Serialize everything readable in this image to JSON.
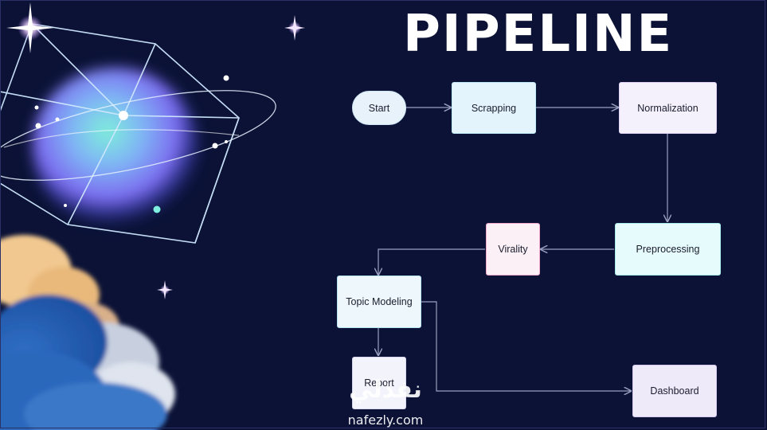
{
  "title": "PIPELINE",
  "nodes": {
    "start": "Start",
    "scrapping": "Scrapping",
    "normalization": "Normalization",
    "preprocessing": "Preprocessing",
    "virality": "Virality",
    "topic_modeling": "Topic Modeling",
    "report": "Report",
    "dashboard": "Dashboard"
  },
  "edges": [
    [
      "Start",
      "Scrapping"
    ],
    [
      "Scrapping",
      "Normalization"
    ],
    [
      "Normalization",
      "Preprocessing"
    ],
    [
      "Preprocessing",
      "Virality"
    ],
    [
      "Virality",
      "Topic Modeling"
    ],
    [
      "Topic Modeling",
      "Report"
    ],
    [
      "Topic Modeling",
      "Dashboard"
    ]
  ],
  "watermark": {
    "arabic": "نفذلي",
    "latin": "nafezly.com"
  },
  "colors": {
    "background": "#0b1236",
    "start_fill": "#e8f2fb",
    "scrapping_fill": "#e3f4fc",
    "normalization_fill": "#f4f0fc",
    "preprocessing_fill": "#e6fbfb",
    "virality_fill": "#fbf0f6",
    "topic_fill": "#eef8fc",
    "report_fill": "#f3f3fb",
    "dashboard_fill": "#efeafa",
    "edge": "#9aa0bf"
  }
}
